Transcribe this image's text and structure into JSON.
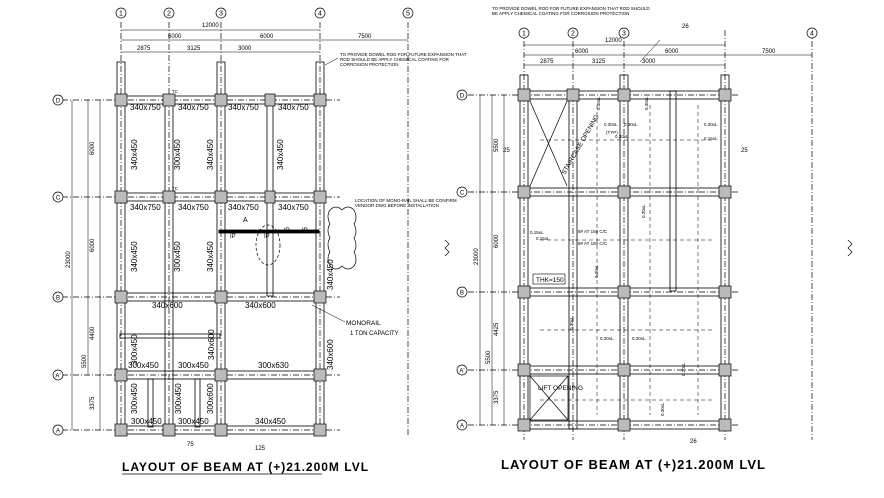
{
  "left_plan": {
    "title": "LAYOUT OF BEAM AT (+)21.200M LVL",
    "columns_top": [
      "1",
      "2",
      "3",
      "4",
      "5"
    ],
    "top_dims": [
      "12000",
      "6000",
      "6000",
      "7500",
      "2875",
      "3125",
      "3000"
    ],
    "rows": [
      "D",
      "C",
      "B",
      "A'",
      "A"
    ],
    "left_dims": [
      "6000",
      "6000",
      "23000",
      "4400",
      "5500",
      "3375"
    ],
    "beams": [
      "340x750",
      "340x750",
      "340x750",
      "340x750",
      "340x450",
      "300x450",
      "340x450",
      "340x450",
      "340x750",
      "340x750",
      "340x750",
      "340x750",
      "340x450",
      "300x450",
      "340x450",
      "340x450",
      "340x600",
      "340x600",
      "300x450",
      "340x600",
      "340x600",
      "300x450",
      "300x450",
      "300x630",
      "300x450",
      "300x450",
      "300x450",
      "300x450",
      "340x450",
      "300x600"
    ],
    "notes": {
      "dowel": "TO PROVIDE DOWEL ROD FOR FUTURE EXPANSION THAT ROD SHOULD BE APPLY CHEMICAL COATING FOR CORROSION PROTECTION",
      "monorail_loc": "LOCATION OF MONO-RAIL SHALL BE CONFIRM VENDOR DWG BEFORE INSTALLATION",
      "monorail": "MONORAIL",
      "capacity": "1 TON CAPACITY",
      "marks": [
        "TC",
        "TC",
        "A",
        "IP",
        "IP",
        "IP",
        "IP"
      ],
      "bottom_dims": [
        "75",
        "125"
      ]
    }
  },
  "right_plan": {
    "title": "LAYOUT OF BEAM AT (+)21.200M LVL",
    "columns_top": [
      "1",
      "2",
      "3",
      "4"
    ],
    "top_dims": [
      "12000",
      "6000",
      "6000",
      "7500",
      "2875",
      "3125",
      "3000"
    ],
    "rows": [
      "D",
      "C",
      "B",
      "A'",
      "A"
    ],
    "left_dims": [
      "5500",
      "6000",
      "23000",
      "4425",
      "5500",
      "3375"
    ],
    "section_marks": [
      "26",
      "25",
      "25",
      "26"
    ],
    "labels": {
      "staircase": "STAIRCASE OPENING",
      "lift": "LIFT OPENING",
      "thk": "THK=150",
      "slab_note": "8# AT 150 C/C",
      "slab_note2": "8# AT 150 C/C",
      "dowel": "TO PROVIDE DOWEL ROD FOR FUTURE EXPANSION THAT ROD SHOULD BE APPLY CHEMICAL COATING FOR CORROSION PROTECTION",
      "rebar": [
        "0.30xL",
        "0.30xL",
        "0.30xL",
        "0.30xL",
        "0.30xL",
        "0.15xL",
        "0.30xL",
        "0.30xL",
        "0.30xL",
        "0.30xL",
        "0.30xL",
        "0.15xL",
        "0.15xL",
        "0.30xL",
        "0.30xL",
        "0.30xL"
      ],
      "typ": "(TYP)"
    }
  }
}
